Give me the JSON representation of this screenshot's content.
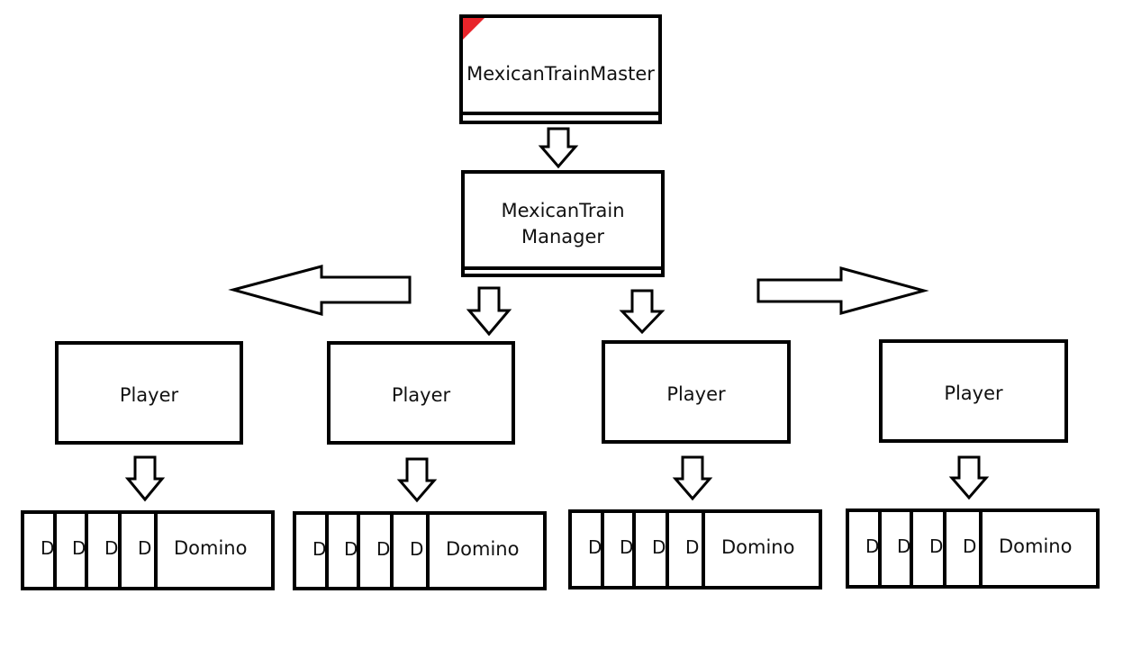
{
  "master": {
    "label": "MexicanTrainMaster",
    "corner_color": "#e8242a"
  },
  "manager": {
    "line1": "MexicanTrain",
    "line2": "Manager"
  },
  "players": [
    {
      "label": "Player"
    },
    {
      "label": "Player"
    },
    {
      "label": "Player"
    },
    {
      "label": "Player"
    }
  ],
  "hands": [
    {
      "tiles": [
        "D",
        "D",
        "D",
        "D"
      ],
      "main_label": "Domino"
    },
    {
      "tiles": [
        "D",
        "D",
        "D",
        "D"
      ],
      "main_label": "Domino"
    },
    {
      "tiles": [
        "D",
        "D",
        "D",
        "D"
      ],
      "main_label": "Domino"
    },
    {
      "tiles": [
        "D",
        "D",
        "D",
        "D"
      ],
      "main_label": "Domino"
    }
  ]
}
